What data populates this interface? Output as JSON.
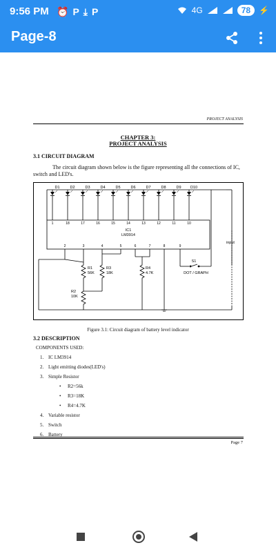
{
  "status": {
    "time": "9:56 PM",
    "icons": [
      "alarm-icon",
      "p-icon",
      "download-icon",
      "p-icon"
    ],
    "network": "4G",
    "battery": "78"
  },
  "appbar": {
    "title": "Page-8"
  },
  "document": {
    "header_right": "PROJECT ANALYSIS",
    "chapter_line1": "CHAPTER 3:",
    "chapter_line2": "PROJECT ANALYSIS",
    "section_31": "3.1 CIRCUIT DIAGRAM",
    "paragraph": "The circuit diagram shown below is the figure representing all the connections of IC, switch and LED's.",
    "figure_caption": "Figure 3.1: Circuit diagram of battery level indicator",
    "section_32": "3.2 DESCRIPTION",
    "components_heading": "COMPONENTS USED:",
    "items": [
      {
        "num": "1.",
        "label": "IC  LM3914"
      },
      {
        "num": "2.",
        "label": "Light emitting diodes(LED's)"
      },
      {
        "num": "3.",
        "label": "Simple Resistor"
      }
    ],
    "sub_items": [
      "R2=56k",
      "R3=18K",
      "R4=4.7K"
    ],
    "items_after": [
      {
        "num": "4.",
        "label": "Variable resistor"
      },
      {
        "num": "5.",
        "label": "Switch"
      },
      {
        "num": "6.",
        "label": "Battery"
      }
    ],
    "page_number": "Page 7"
  },
  "circuit": {
    "leds": [
      "D1",
      "D2",
      "D3",
      "D4",
      "D5",
      "D6",
      "D7",
      "D8",
      "D9",
      "D10"
    ],
    "top_pins": [
      "1",
      "18",
      "17",
      "16",
      "15",
      "14",
      "13",
      "12",
      "11",
      "10"
    ],
    "ic_label_line1": "IC1",
    "ic_label_line2": "LM3914",
    "bottom_pins": [
      "2",
      "3",
      "4",
      "5",
      "6",
      "7",
      "8",
      "9"
    ],
    "r1_name": "R1",
    "r1_value": "56K",
    "r3_name": "R3",
    "r3_value": "18K",
    "r4_name": "R4",
    "r4_value": "4.7K",
    "r2_name": "R2",
    "r2_value": "10K",
    "s1_name": "S1",
    "s1_label": "DOT / GRAPH",
    "input_label": "input"
  }
}
